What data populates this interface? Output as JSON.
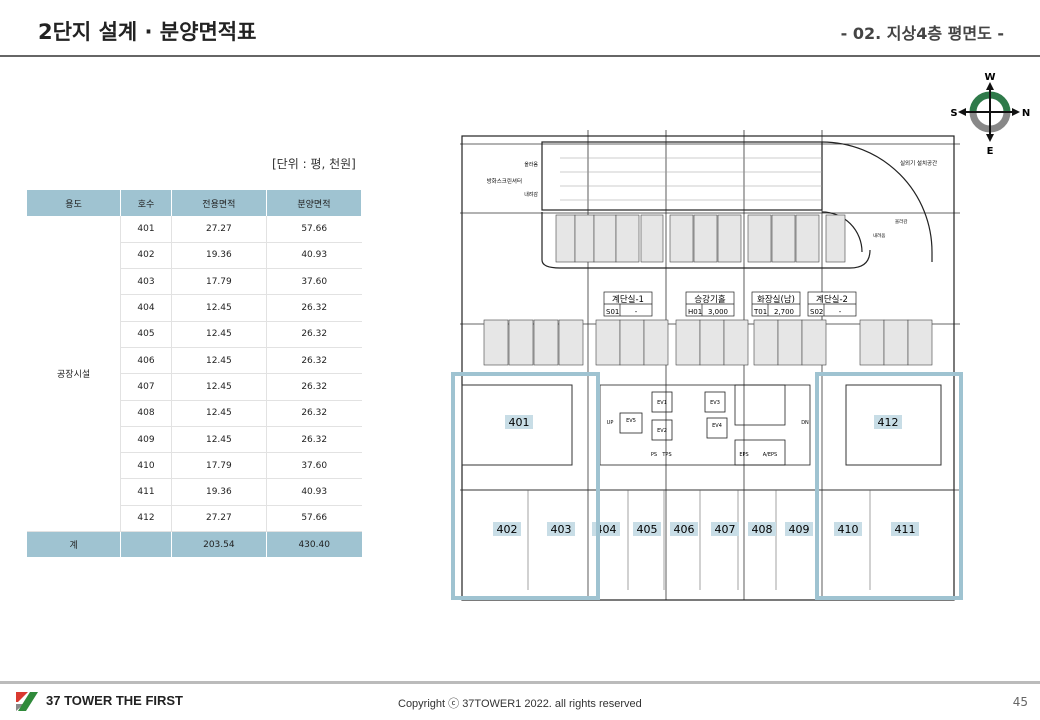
{
  "header": {
    "title": "2단지 설계 · 분양면적표",
    "subtitle": "- 02. 지상4층 평면도 -"
  },
  "table": {
    "unit_note": "[단위 : 평, 천원]",
    "columns": [
      "용도",
      "호수",
      "전용면적",
      "분양면적"
    ],
    "use": "공장시설",
    "rows": [
      {
        "no": "401",
        "exclusive": "27.27",
        "sale": "57.66"
      },
      {
        "no": "402",
        "exclusive": "19.36",
        "sale": "40.93"
      },
      {
        "no": "403",
        "exclusive": "17.79",
        "sale": "37.60"
      },
      {
        "no": "404",
        "exclusive": "12.45",
        "sale": "26.32"
      },
      {
        "no": "405",
        "exclusive": "12.45",
        "sale": "26.32"
      },
      {
        "no": "406",
        "exclusive": "12.45",
        "sale": "26.32"
      },
      {
        "no": "407",
        "exclusive": "12.45",
        "sale": "26.32"
      },
      {
        "no": "408",
        "exclusive": "12.45",
        "sale": "26.32"
      },
      {
        "no": "409",
        "exclusive": "12.45",
        "sale": "26.32"
      },
      {
        "no": "410",
        "exclusive": "17.79",
        "sale": "37.60"
      },
      {
        "no": "411",
        "exclusive": "19.36",
        "sale": "40.93"
      },
      {
        "no": "412",
        "exclusive": "27.27",
        "sale": "57.66"
      }
    ],
    "total": {
      "label": "계",
      "exclusive": "203.54",
      "sale": "430.40"
    }
  },
  "plan": {
    "compass": {
      "w": "W",
      "s": "S",
      "n": "N",
      "e": "E"
    },
    "labels": {
      "up_arrow": "올라옴",
      "shutter": "방화스크린셔터",
      "down_arrow": "내려감",
      "outdoor": "실외기 설치공간",
      "ramp_up": "올라감",
      "ramp_down": "내려옴"
    },
    "rooms": [
      {
        "name": "계단실-1",
        "code": "S01",
        "value": "-"
      },
      {
        "name": "승강기홀",
        "code": "H01",
        "value": "3,000"
      },
      {
        "name": "화장실(남)",
        "code": "T01",
        "value": "2,700"
      },
      {
        "name": "계단실-2",
        "code": "S02",
        "value": "-"
      }
    ],
    "core": {
      "ev1": "EV1",
      "ev2": "EV2",
      "ev3": "EV3",
      "ev4": "EV4",
      "ev5": "EV5",
      "up": "UP",
      "dn": "DN",
      "ps": "PS",
      "tps": "TPS",
      "eps": "EPS",
      "aeps": "A/EPS"
    },
    "units": [
      "401",
      "402",
      "403",
      "404",
      "405",
      "406",
      "407",
      "408",
      "409",
      "410",
      "411",
      "412"
    ],
    "highlight_color": "#9fc3d1"
  },
  "footer": {
    "brand": "37 TOWER THE FIRST",
    "copyright": "Copyright ⓒ 37TOWER1 2022. all rights reserved",
    "page": "45"
  }
}
